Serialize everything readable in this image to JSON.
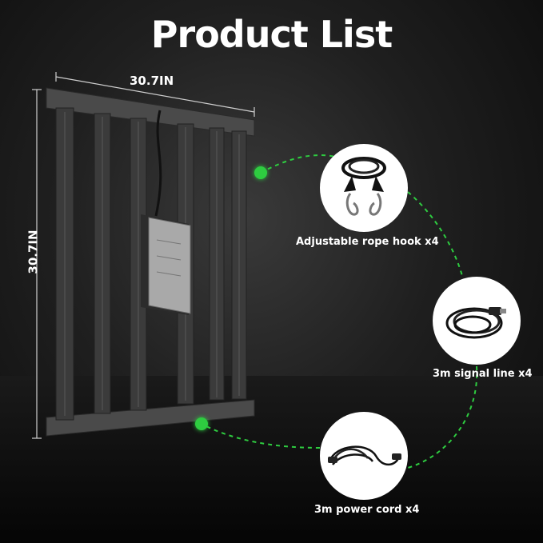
{
  "title": "Product List",
  "dimensions": {
    "width_label": "30.7IN",
    "height_label": "30.7IN"
  },
  "items": [
    {
      "label": "Adjustable rope hook x4",
      "icon": "rope-hook-icon"
    },
    {
      "label": "3m signal line x4",
      "icon": "signal-cable-icon"
    },
    {
      "label": "3m power cord x4",
      "icon": "power-cord-icon"
    }
  ],
  "colors": {
    "accent": "#2ecc40",
    "background": "#1f1f1f",
    "text": "#ffffff"
  }
}
